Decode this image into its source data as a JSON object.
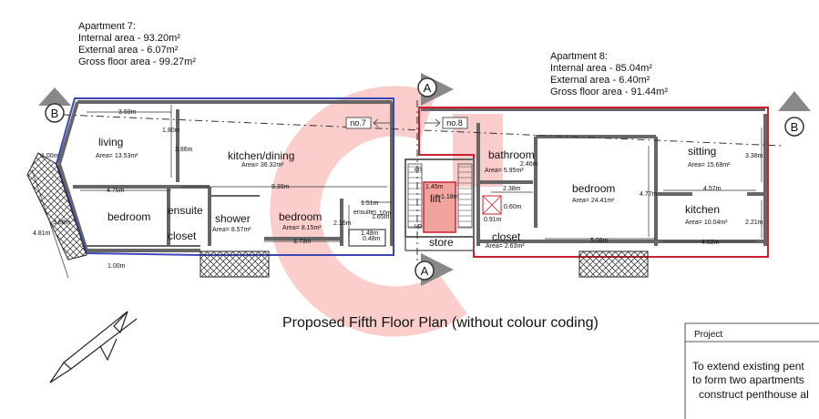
{
  "apartment7": {
    "title": "Apartment 7:",
    "internal": "Internal area - 93.20m²",
    "external": "External area - 6.07m²",
    "gross": "Gross floor area - 99.27m²",
    "tag": "no.7"
  },
  "apartment8": {
    "title": "Apartment 8:",
    "internal": "Internal area - 85.04m²",
    "external": "External area - 6.40m²",
    "gross": "Gross floor area - 91.44m²",
    "tag": "no.8"
  },
  "rooms": {
    "living": "living",
    "living_area": "Area= 13.53m²",
    "kitchen_dining": "kitchen/dining",
    "kitchen_dining_area": "Area= 36.32m²",
    "bedroom_west": "bedroom",
    "ensuite": "ensuite",
    "closet": "closet",
    "shower": "shower",
    "shower_area": "Area= 8.57m²",
    "bedroom_mid": "bedroom",
    "bedroom_mid_area": "Area= 8.15m²",
    "ensuite_small": "ensuite",
    "lift": "lift",
    "store": "store",
    "dn": "dn",
    "up": "up",
    "bathroom": "bathroom",
    "bathroom_area": "Area= 5.95m²",
    "bedroom_east": "bedroom",
    "bedroom_east_area": "Area= 24.41m²",
    "closet_east": "closet",
    "closet_east_area": "Area= 2.63m²",
    "sitting": "sitting",
    "sitting_area": "Area= 15.68m²",
    "kitchen": "kitchen",
    "kitchen_area": "Area= 10.04m²"
  },
  "dims": {
    "d369": "3.69m",
    "d180": "1.80m",
    "d386": "3.86m",
    "d100a": "1.00m",
    "d475": "4.75m",
    "d939": "9.39m",
    "d481": "4.81m",
    "d388": "3.88m",
    "d100b": "1.00m",
    "d373": "3.73m",
    "d216": "2.16m",
    "d151": "1.51m",
    "d110": "1.10m",
    "d165": "1.65m",
    "d148": "1.48m",
    "d048": "0.48m",
    "d145": "1.45m",
    "d118": "1.18m",
    "d246": "2.46m",
    "d238": "2.38m",
    "d060": "0.60m",
    "d091": "0.91m",
    "d477": "4.77m",
    "d508": "5.08m",
    "d338": "3.38m",
    "d457": "4.57m",
    "d221": "2.21m",
    "d452": "4.52m"
  },
  "markers": {
    "a_top": "A",
    "a_bottom": "A",
    "b_left": "B",
    "b_right": "B"
  },
  "caption": "Proposed Fifth Floor Plan (without colour coding)",
  "title_block": {
    "label": "Project",
    "line1": "To extend existing pent",
    "line2": "to form two apartments",
    "line3": "construct penthouse al"
  },
  "colors": {
    "apt7_outline": "#3a46b8",
    "apt8_outline": "#cf1f2e",
    "watermark": "#f7a6a0"
  }
}
